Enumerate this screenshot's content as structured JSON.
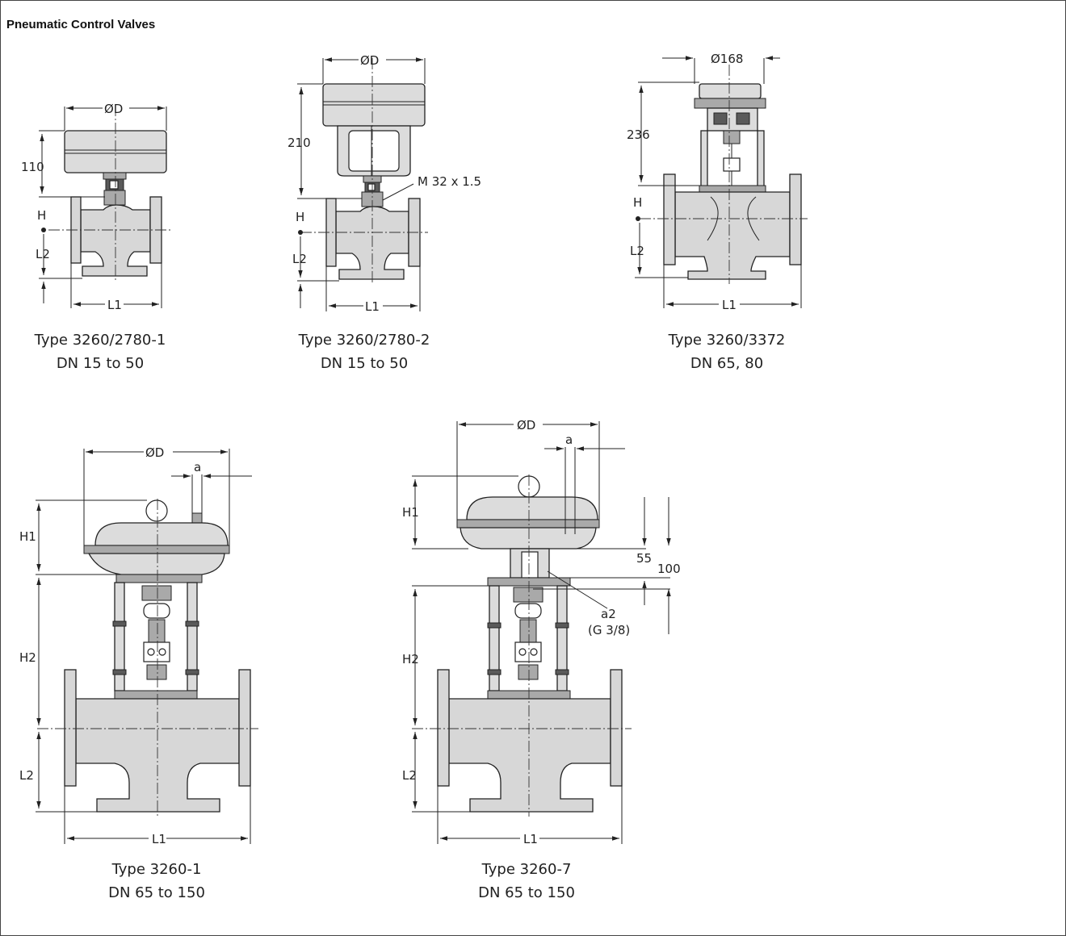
{
  "header": {
    "title": "Pneumatic Control Valves"
  },
  "figures": [
    {
      "type": "Type 3260/2780-1",
      "dn": "DN 15 to 50",
      "labels": {
        "diameter": "ØD",
        "height": "110",
        "h": "H",
        "l2": "L2",
        "l1": "L1"
      }
    },
    {
      "type": "Type 3260/2780-2",
      "dn": "DN 15 to 50",
      "labels": {
        "diameter": "ØD",
        "height": "210",
        "thread": "M 32 x 1.5",
        "h": "H",
        "l2": "L2",
        "l1": "L1"
      }
    },
    {
      "type": "Type 3260/3372",
      "dn": "DN 65, 80",
      "labels": {
        "diameter": "Ø168",
        "height": "236",
        "h": "H",
        "l2": "L2",
        "l1": "L1"
      }
    },
    {
      "type": "Type 3260-1",
      "dn": "DN 65 to 150",
      "labels": {
        "diameter": "ØD",
        "a": "a",
        "h1": "H1",
        "h2": "H2",
        "l2": "L2",
        "l1": "L1"
      }
    },
    {
      "type": "Type 3260-7",
      "dn": "DN 65 to 150",
      "labels": {
        "diameter": "ØD",
        "a": "a",
        "h1": "H1",
        "d55": "55",
        "d100": "100",
        "a2": "a2",
        "g38": "(G 3/8)",
        "h2": "H2",
        "l2": "L2",
        "l1": "L1"
      }
    }
  ]
}
